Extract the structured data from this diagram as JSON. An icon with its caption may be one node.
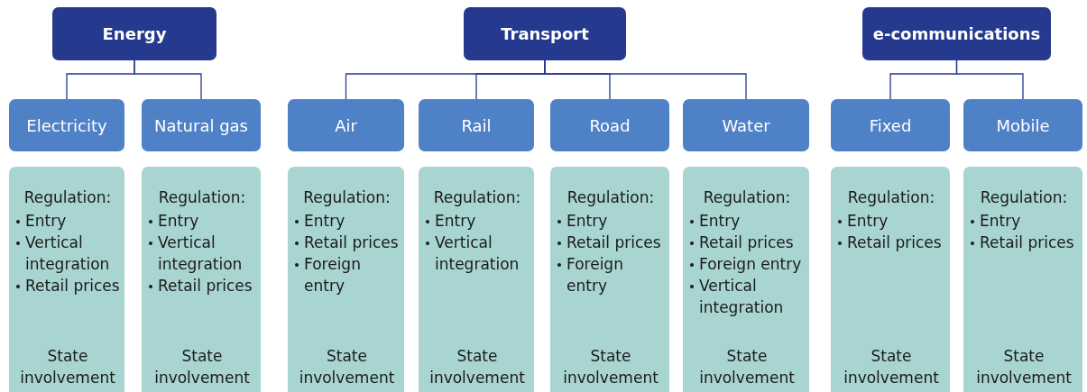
{
  "diagram": {
    "nodes": [
      {
        "text": [
          "Energy"
        ]
      },
      {
        "text": [
          "Transport"
        ]
      },
      {
        "text": [
          "e-communications"
        ]
      },
      {
        "text": [
          "Electricity"
        ]
      },
      {
        "text": [
          "Natural gas"
        ]
      },
      {
        "text": [
          "Air"
        ]
      },
      {
        "text": [
          "Rail"
        ]
      },
      {
        "text": [
          "Road"
        ]
      },
      {
        "text": [
          "Water"
        ]
      },
      {
        "text": [
          "Fixed"
        ]
      },
      {
        "text": [
          "Mobile"
        ]
      },
      {
        "text": [
          "Regulation:",
          "Entry",
          "Vertical integration",
          "Retail prices",
          "State involvement"
        ]
      },
      {
        "text": [
          "Regulation:",
          "Entry",
          "Vertical integration",
          "Retail prices",
          "State involvement"
        ]
      },
      {
        "text": [
          "Regulation:",
          "Entry",
          "Retail prices",
          "Foreign entry",
          "State involvement"
        ]
      },
      {
        "text": [
          "Regulation:",
          "Entry",
          "Vertical integration",
          "State involvement"
        ]
      },
      {
        "text": [
          "Regulation:",
          "Entry",
          "Retail prices",
          "Foreign entry",
          "State involvement"
        ]
      },
      {
        "text": [
          "Regulation:",
          "Entry",
          "Retail prices",
          "Foreign entry",
          "Vertical integration",
          "State involvement"
        ]
      },
      {
        "text": [
          "Regulation:",
          "Entry",
          "Retail prices",
          "State involvement"
        ]
      },
      {
        "text": [
          "Regulation:",
          "Entry",
          "Retail prices",
          "State involvement"
        ]
      }
    ],
    "edges": [
      {
        "from": 0,
        "to": 3,
        "arrow": "none"
      },
      {
        "from": 0,
        "to": 4,
        "arrow": "none"
      },
      {
        "from": 1,
        "to": 5,
        "arrow": "none"
      },
      {
        "from": 1,
        "to": 6,
        "arrow": "none"
      },
      {
        "from": 1,
        "to": 7,
        "arrow": "none"
      },
      {
        "from": 1,
        "to": 8,
        "arrow": "none"
      },
      {
        "from": 2,
        "to": 9,
        "arrow": "none"
      },
      {
        "from": 2,
        "to": 10,
        "arrow": "none"
      }
    ]
  }
}
